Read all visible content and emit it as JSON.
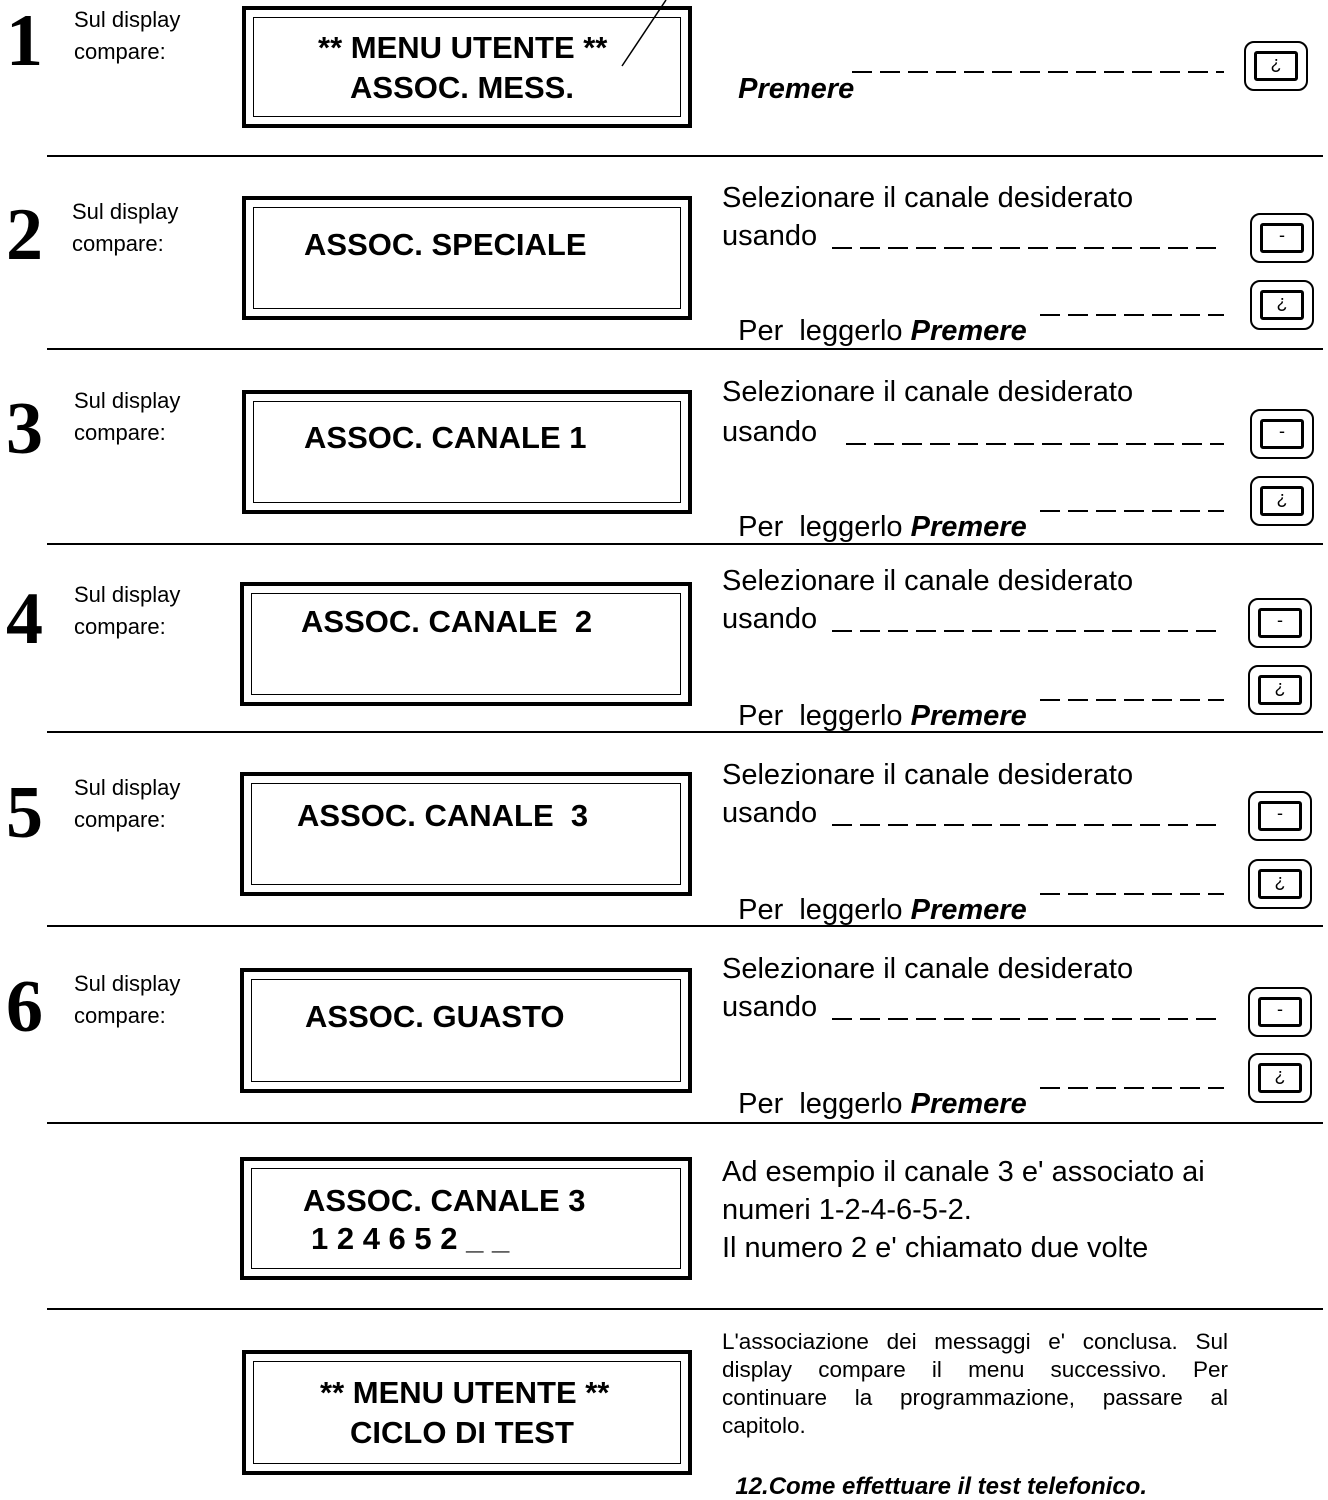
{
  "intro_text": [
    "Sul display",
    "compare:"
  ],
  "labels": {
    "press": "Premere",
    "select": "Selezionare il canale desiderato",
    "using": "usando",
    "read_prefix": "Per  leggerlo",
    "read_press": "Premere"
  },
  "steps": [
    {
      "number": "1",
      "display": [
        "** MENU UTENTE **",
        "ASSOC. MESS."
      ]
    },
    {
      "number": "2",
      "display": [
        "ASSOC. SPECIALE"
      ]
    },
    {
      "number": "3",
      "display": [
        "ASSOC. CANALE 1"
      ]
    },
    {
      "number": "4",
      "display": [
        "ASSOC. CANALE  2"
      ]
    },
    {
      "number": "5",
      "display": [
        "ASSOC. CANALE  3"
      ]
    },
    {
      "number": "6",
      "display": [
        "ASSOC. GUASTO"
      ]
    }
  ],
  "example": {
    "display": [
      "ASSOC. CANALE 3",
      "1 2 4 6 5 2 _ _"
    ],
    "text": [
      "Ad esempio il canale 3 e' associato ai",
      "numeri 1-2-4-6-5-2.",
      "Il numero 2 e' chiamato due volte"
    ]
  },
  "final": {
    "display": [
      "** MENU UTENTE **",
      "CICLO DI TEST"
    ],
    "paragraph": "L'associazione dei messaggi e' conclusa. Sul display compare il menu successivo. Per continuare la programmazione, passare al capitolo.",
    "chapter": "12.Come effettuare il test telefonico."
  },
  "button_symbols": {
    "enter": "¿",
    "minus": "-"
  }
}
